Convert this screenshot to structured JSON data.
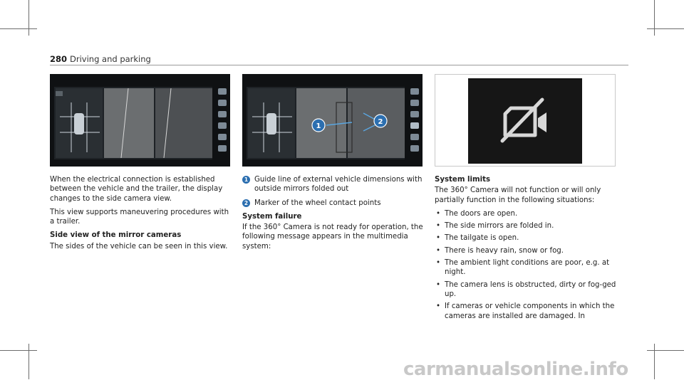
{
  "header": {
    "page_number": "280",
    "section": "Driving and parking"
  },
  "figures": {
    "fig2_callouts": [
      "1",
      "2"
    ]
  },
  "left_column": {
    "p1": "When the electrical connection is established between the vehicle and the trailer, the display changes to the side camera view.",
    "p2": "This view supports maneuvering procedures with a trailer.",
    "side_view_heading": "Side view of the mirror cameras",
    "side_view_text": "The sides of the vehicle can be seen in this view."
  },
  "middle_column": {
    "items": [
      {
        "num": "1",
        "text": "Guide line of external vehicle dimensions with outside mirrors folded out"
      },
      {
        "num": "2",
        "text": "Marker of the wheel contact points"
      }
    ],
    "failure_heading": "System failure",
    "failure_text": "If the 360° Camera is not ready for operation, the following message appears in the multimedia system:"
  },
  "right_column": {
    "limits_heading": "System limits",
    "limits_intro": "The 360° Camera will not function or will only partially function in the following situations:",
    "bullets": [
      "The doors are open.",
      "The side mirrors are folded in.",
      "The tailgate is open.",
      "There is heavy rain, snow or fog.",
      "The ambient light conditions are poor, e.g. at night.",
      "The camera lens is obstructed, dirty or fog-ged up.",
      "If cameras or vehicle components in which the cameras are installed are damaged. In"
    ]
  },
  "watermark": "carmanualsonline.info",
  "icons": [
    "camera-off-icon",
    "vehicle-top-icon",
    "view-toggle-icon"
  ]
}
